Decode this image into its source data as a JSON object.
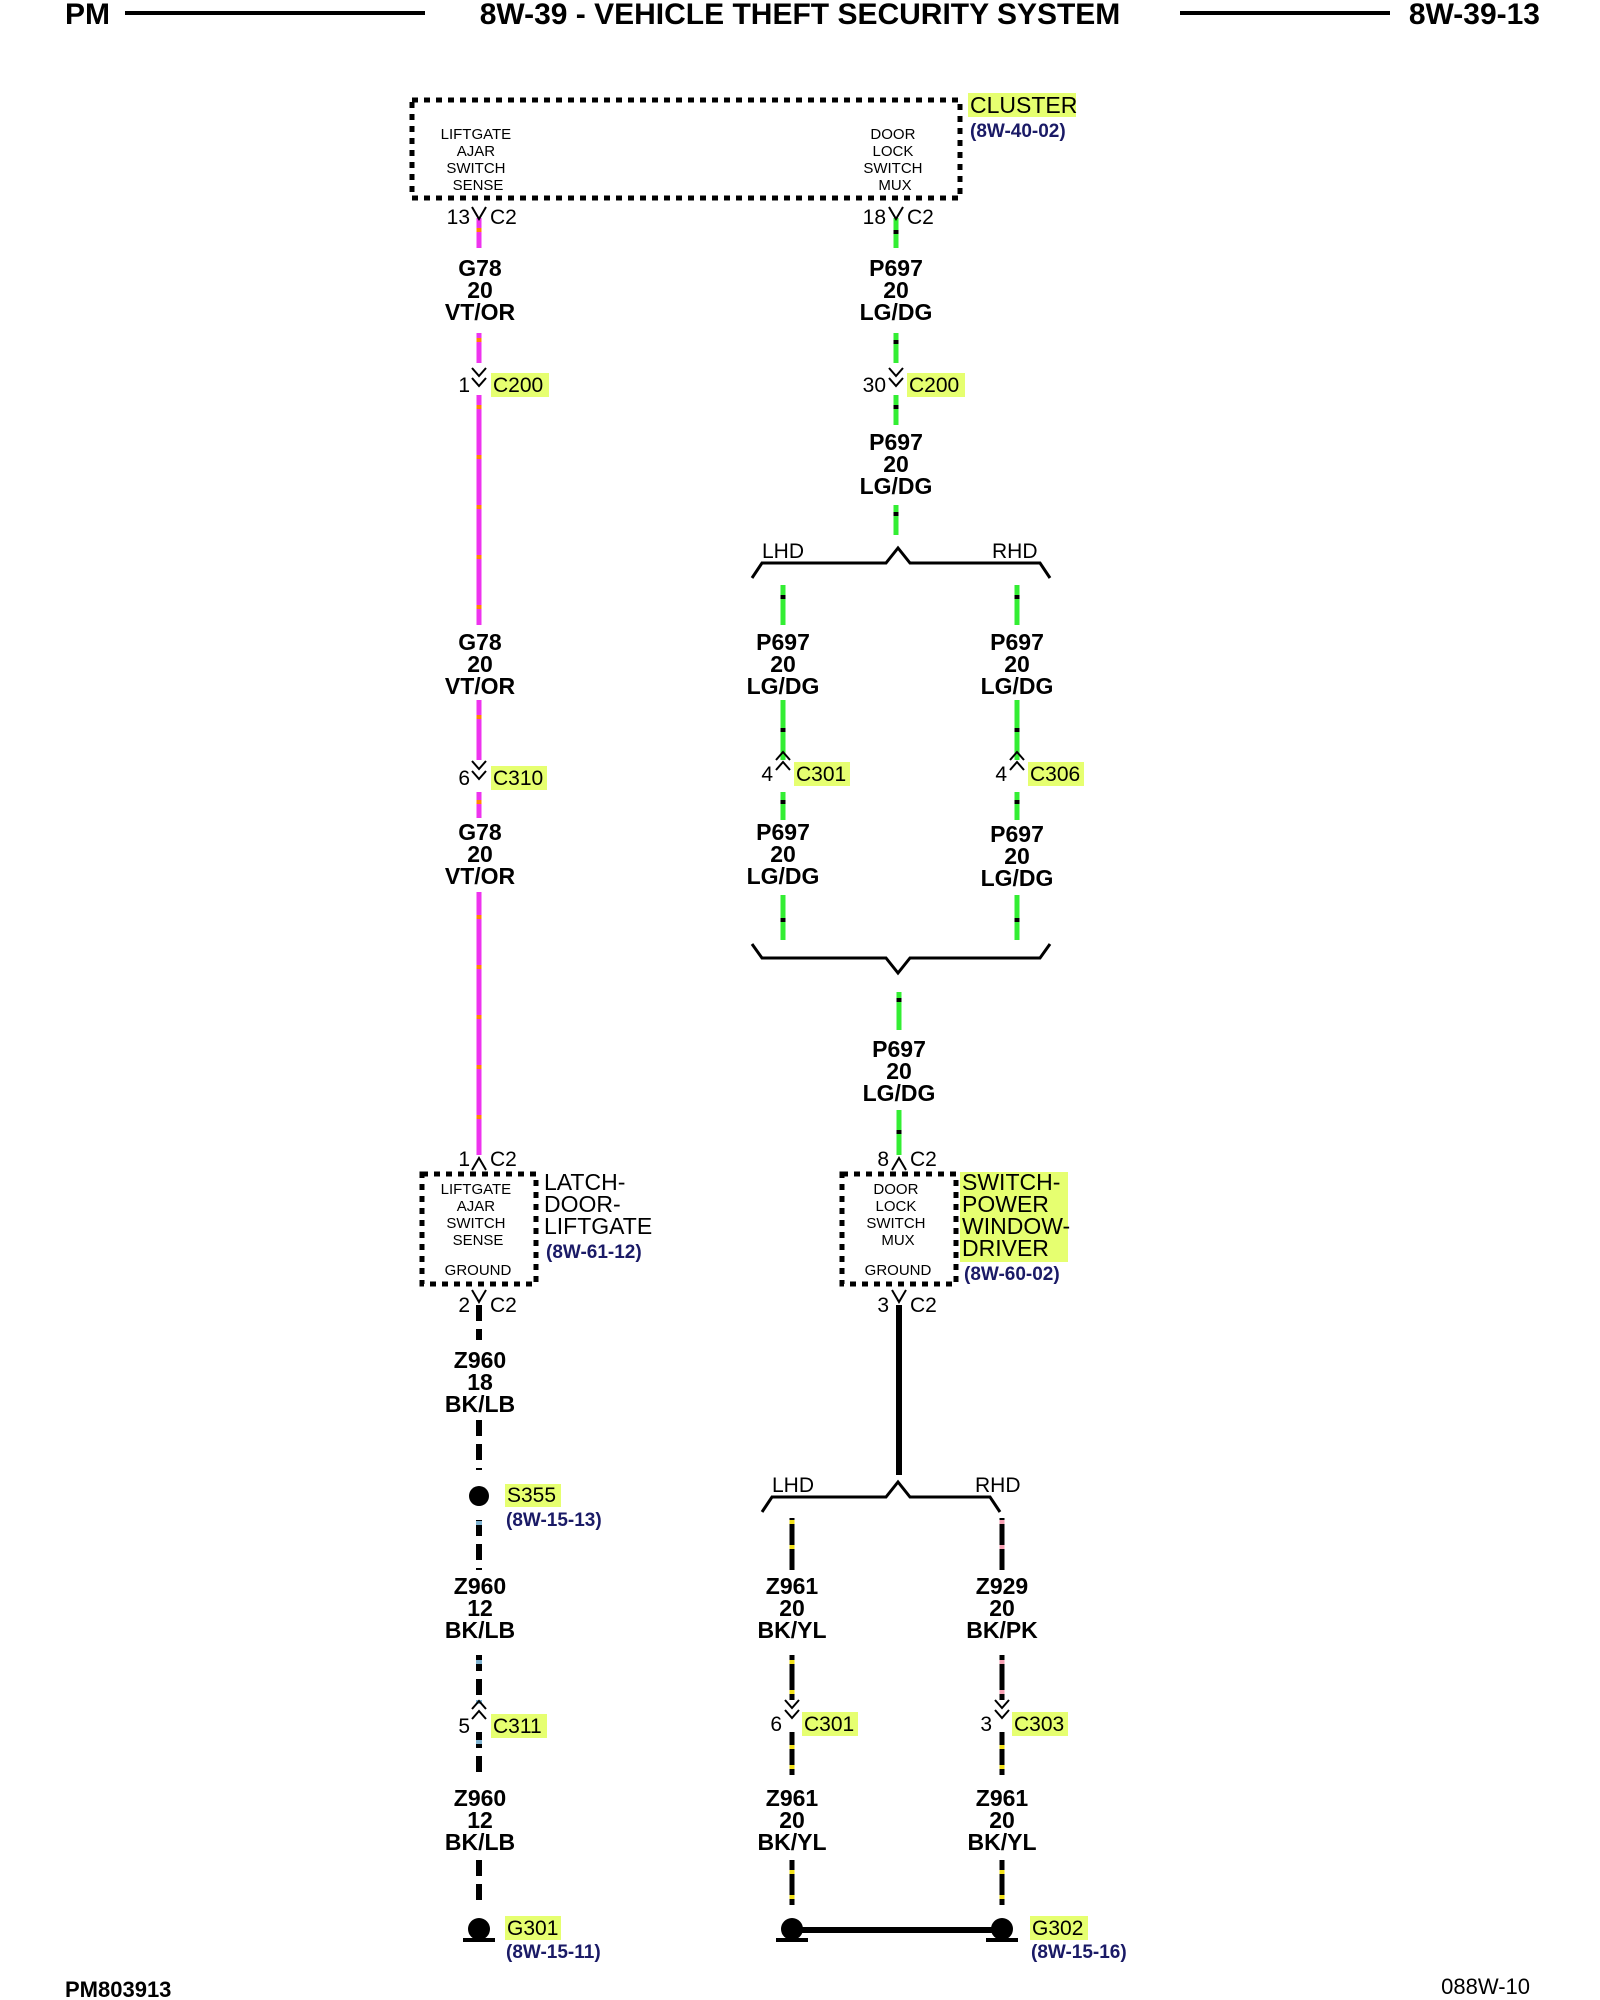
{
  "header": {
    "left": "PM",
    "title": "8W-39 - VEHICLE THEFT SECURITY SYSTEM",
    "page": "8W-39-13"
  },
  "footer": {
    "left": "PM803913",
    "right": "088W-10"
  },
  "components": {
    "cluster": {
      "name": "CLUSTER",
      "ref": "(8W-40-02)",
      "left_pin_label": [
        "LIFTGATE",
        "AJAR",
        "SWITCH",
        "SENSE"
      ],
      "right_pin_label": [
        "DOOR",
        "LOCK",
        "SWITCH",
        "MUX"
      ]
    },
    "latch": {
      "name": [
        "LATCH-",
        "DOOR-",
        "LIFTGATE"
      ],
      "ref": "(8W-61-12)",
      "pin_label": [
        "LIFTGATE",
        "AJAR",
        "SWITCH",
        "SENSE"
      ],
      "ground_label": "GROUND"
    },
    "switch": {
      "name": [
        "SWITCH-",
        "POWER",
        "WINDOW-",
        "DRIVER"
      ],
      "ref": "(8W-60-02)",
      "pin_label": [
        "DOOR",
        "LOCK",
        "SWITCH",
        "MUX"
      ],
      "ground_label": "GROUND"
    }
  },
  "connectors": {
    "cluster_c2_13": {
      "pin": "13",
      "name": "C2"
    },
    "cluster_c2_18": {
      "pin": "18",
      "name": "C2"
    },
    "c200_1": {
      "pin": "1",
      "name": "C200"
    },
    "c200_30": {
      "pin": "30",
      "name": "C200"
    },
    "c310_6": {
      "pin": "6",
      "name": "C310"
    },
    "c301_4": {
      "pin": "4",
      "name": "C301"
    },
    "c306_4": {
      "pin": "4",
      "name": "C306"
    },
    "latch_c2_1": {
      "pin": "1",
      "name": "C2"
    },
    "latch_c2_2": {
      "pin": "2",
      "name": "C2"
    },
    "switch_c2_8": {
      "pin": "8",
      "name": "C2"
    },
    "switch_c2_3": {
      "pin": "3",
      "name": "C2"
    },
    "c311_5": {
      "pin": "5",
      "name": "C311"
    },
    "c301_6": {
      "pin": "6",
      "name": "C301"
    },
    "c303_3": {
      "pin": "3",
      "name": "C303"
    }
  },
  "wires": {
    "g78_a": {
      "circuit": "G78",
      "gauge": "20",
      "color": "VT/OR"
    },
    "g78_b": {
      "circuit": "G78",
      "gauge": "20",
      "color": "VT/OR"
    },
    "g78_c": {
      "circuit": "G78",
      "gauge": "20",
      "color": "VT/OR"
    },
    "p697_a": {
      "circuit": "P697",
      "gauge": "20",
      "color": "LG/DG"
    },
    "p697_b": {
      "circuit": "P697",
      "gauge": "20",
      "color": "LG/DG"
    },
    "p697_lhd_a": {
      "circuit": "P697",
      "gauge": "20",
      "color": "LG/DG"
    },
    "p697_lhd_b": {
      "circuit": "P697",
      "gauge": "20",
      "color": "LG/DG"
    },
    "p697_rhd_a": {
      "circuit": "P697",
      "gauge": "20",
      "color": "LG/DG"
    },
    "p697_rhd_b": {
      "circuit": "P697",
      "gauge": "20",
      "color": "LG/DG"
    },
    "p697_c": {
      "circuit": "P697",
      "gauge": "20",
      "color": "LG/DG"
    },
    "z960_a": {
      "circuit": "Z960",
      "gauge": "18",
      "color": "BK/LB"
    },
    "z960_b": {
      "circuit": "Z960",
      "gauge": "12",
      "color": "BK/LB"
    },
    "z960_c": {
      "circuit": "Z960",
      "gauge": "12",
      "color": "BK/LB"
    },
    "z961_a": {
      "circuit": "Z961",
      "gauge": "20",
      "color": "BK/YL"
    },
    "z961_b": {
      "circuit": "Z961",
      "gauge": "20",
      "color": "BK/YL"
    },
    "z929_a": {
      "circuit": "Z929",
      "gauge": "20",
      "color": "BK/PK"
    },
    "z961_c": {
      "circuit": "Z961",
      "gauge": "20",
      "color": "BK/YL"
    }
  },
  "branches": {
    "upper_lhd": "LHD",
    "upper_rhd": "RHD",
    "lower_lhd": "LHD",
    "lower_rhd": "RHD"
  },
  "splices": {
    "s355": {
      "name": "S355",
      "ref": "(8W-15-13)"
    }
  },
  "grounds": {
    "g301": {
      "name": "G301",
      "ref": "(8W-15-11)"
    },
    "g302": {
      "name": "G302",
      "ref": "(8W-15-16)"
    }
  },
  "colors": {
    "violet": "#ee33ee",
    "orange": "#ff8800",
    "light_green": "#33ee33",
    "black": "#000000",
    "light_blue": "#7fb2d0",
    "yellow": "#f2e11a",
    "pink": "#f7a0b4",
    "highlight": "#e6ff70",
    "ref_blue": "#1a1a66"
  }
}
